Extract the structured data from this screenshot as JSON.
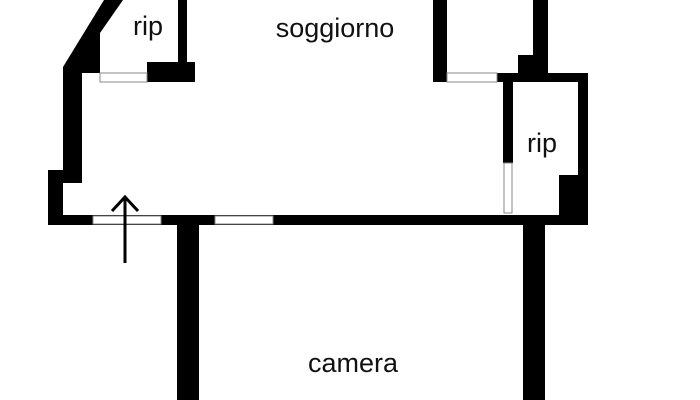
{
  "rooms": {
    "storage_top_left": "rip",
    "living": "soggiorno",
    "storage_right": "rip",
    "bedroom": "camera"
  },
  "icons": {
    "entrance": "arrow-up-icon"
  },
  "colors": {
    "wall": "#000000",
    "background": "#ffffff"
  }
}
